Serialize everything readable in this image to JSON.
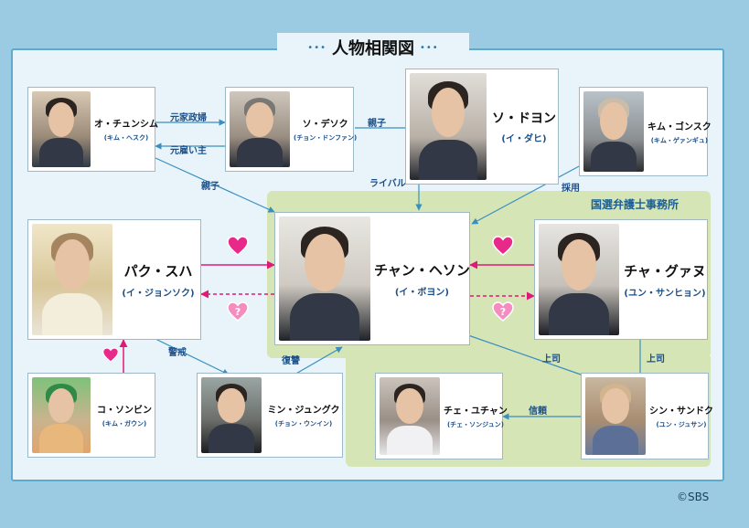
{
  "title": "人物相関図",
  "title_decor": "•••",
  "office_label": "国選弁護士事務所",
  "copyright": "©SBS",
  "colors": {
    "panel": "#e8f4fa",
    "frame": "#5fa9cc",
    "office": "#d6e5b6",
    "line": "#3a8fc0",
    "love": "#e0187a",
    "label": "#1a4f8a"
  },
  "people": {
    "oh": {
      "name": "オ・チュンシム",
      "actor": "(キム・ヘスク)"
    },
    "so_dj": {
      "name": "ソ・デソク",
      "actor": "(チョン・ドンファン)"
    },
    "so_dy": {
      "name": "ソ・ドヨン",
      "actor": "(イ・ダヒ)"
    },
    "kim": {
      "name": "キム・ゴンスク",
      "actor": "(キム・ゲァンギュ)"
    },
    "park": {
      "name": "パク・スハ",
      "actor": "(イ・ジョンソク)"
    },
    "jang": {
      "name": "チャン・ヘソン",
      "actor": "(イ・ボヨン)"
    },
    "cha": {
      "name": "チャ・グァヌ",
      "actor": "(ユン・サンヒョン)"
    },
    "go": {
      "name": "コ・ソンビン",
      "actor": "(キム・ガウン)"
    },
    "min": {
      "name": "ミン・ジュングク",
      "actor": "(チョン・ウンイン)"
    },
    "choi": {
      "name": "チェ・ユチャン",
      "actor": "(チェ・ソンジュン)"
    },
    "shin": {
      "name": "シン・サンドク",
      "actor": "(ユン・ジュサン)"
    }
  },
  "relations": {
    "oh_to_so": "元家政婦",
    "so_to_oh": "元雇い主",
    "oh_park": "親子",
    "so_sodo": "親子",
    "rival": "ライバル",
    "hired": "採用",
    "alert": "警戒",
    "revenge": "復讐",
    "boss_choi": "上司",
    "boss_cha": "上司",
    "trust": "信頼"
  },
  "hearts": {
    "full": "♥",
    "question": "?"
  }
}
